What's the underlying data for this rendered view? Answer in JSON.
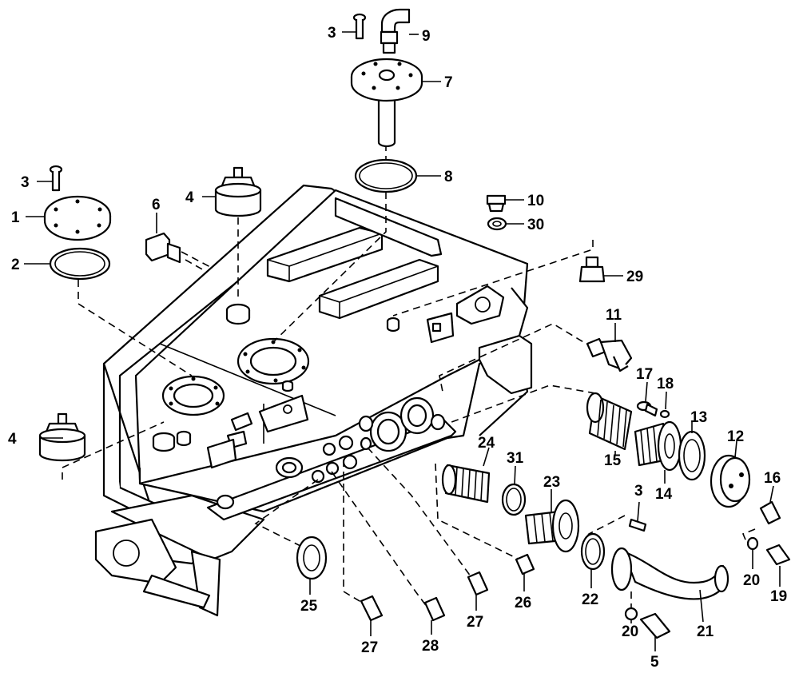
{
  "callouts": [
    {
      "id": "c1",
      "text": "1"
    },
    {
      "id": "c2",
      "text": "2"
    },
    {
      "id": "c3a",
      "text": "3"
    },
    {
      "id": "c3b",
      "text": "3"
    },
    {
      "id": "c3c",
      "text": "3"
    },
    {
      "id": "c4a",
      "text": "4"
    },
    {
      "id": "c4b",
      "text": "4"
    },
    {
      "id": "c5",
      "text": "5"
    },
    {
      "id": "c6",
      "text": "6"
    },
    {
      "id": "c7",
      "text": "7"
    },
    {
      "id": "c8",
      "text": "8"
    },
    {
      "id": "c9",
      "text": "9"
    },
    {
      "id": "c10",
      "text": "10"
    },
    {
      "id": "c11",
      "text": "11"
    },
    {
      "id": "c12",
      "text": "12"
    },
    {
      "id": "c13",
      "text": "13"
    },
    {
      "id": "c14",
      "text": "14"
    },
    {
      "id": "c15",
      "text": "15"
    },
    {
      "id": "c16",
      "text": "16"
    },
    {
      "id": "c17",
      "text": "17"
    },
    {
      "id": "c18",
      "text": "18"
    },
    {
      "id": "c19",
      "text": "19"
    },
    {
      "id": "c20a",
      "text": "20"
    },
    {
      "id": "c20b",
      "text": "20"
    },
    {
      "id": "c21",
      "text": "21"
    },
    {
      "id": "c22",
      "text": "22"
    },
    {
      "id": "c23",
      "text": "23"
    },
    {
      "id": "c24",
      "text": "24"
    },
    {
      "id": "c25",
      "text": "25"
    },
    {
      "id": "c26",
      "text": "26"
    },
    {
      "id": "c27a",
      "text": "27"
    },
    {
      "id": "c27b",
      "text": "27"
    },
    {
      "id": "c28",
      "text": "28"
    },
    {
      "id": "c29",
      "text": "29"
    },
    {
      "id": "c30",
      "text": "30"
    },
    {
      "id": "c31",
      "text": "31"
    }
  ]
}
